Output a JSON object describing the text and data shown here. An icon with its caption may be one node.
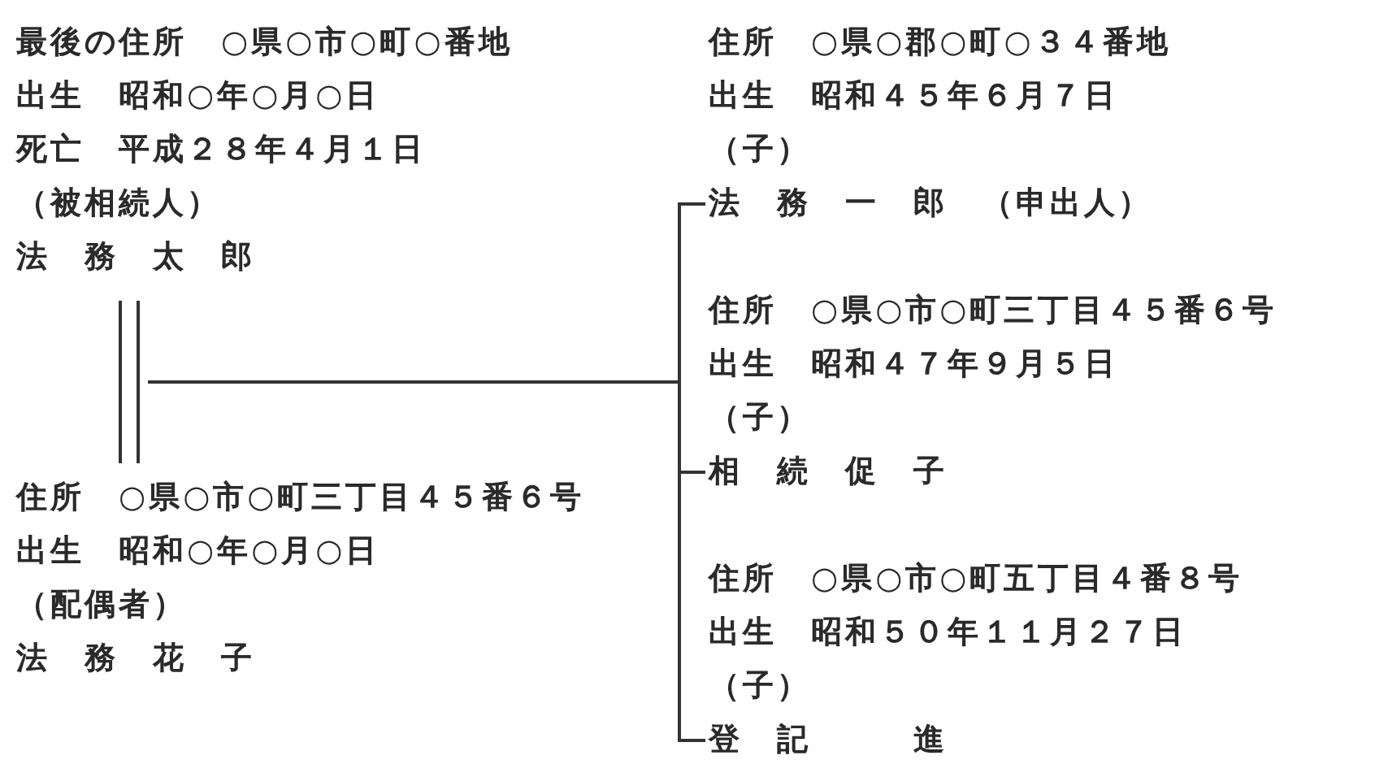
{
  "diagram": {
    "nodes": [
      {
        "text": [
          "最後の住所　○県○市○町○番地",
          "出生　昭和○年○月○日",
          "死亡　平成２８年４月１日",
          "（被相続人）",
          "法　務　太　郎"
        ]
      },
      {
        "text": [
          "住所　○県○市○町三丁目４５番６号",
          "出生　昭和○年○月○日",
          "（配偶者）",
          "法　務　花　子"
        ]
      },
      {
        "text": [
          "住所　○県○郡○町○３４番地",
          "出生　昭和４５年６月７日",
          "（子）",
          "法　務　一　郎　（申出人）"
        ]
      },
      {
        "text": [
          "住所　○県○市○町三丁目４５番６号",
          "出生　昭和４７年９月５日",
          "（子）",
          "相　続　促　子"
        ]
      },
      {
        "text": [
          "住所　○県○市○町五丁目４番８号",
          "出生　昭和５０年１１月２７日",
          "（子）",
          "登　記　　　進"
        ]
      }
    ],
    "edges": [
      {
        "from": 0,
        "to": 1,
        "arrow": "none"
      },
      {
        "from": null,
        "to": 2,
        "arrow": "none"
      },
      {
        "from": null,
        "to": 3,
        "arrow": "none"
      },
      {
        "from": null,
        "to": 4,
        "arrow": "none"
      }
    ]
  }
}
